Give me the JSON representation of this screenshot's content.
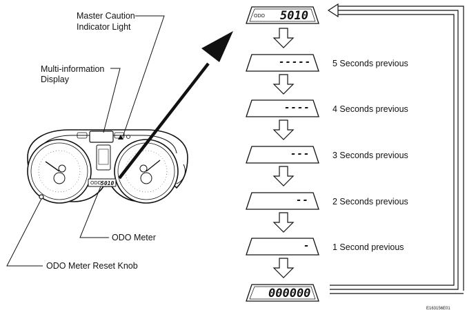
{
  "callouts": {
    "master_caution_line1": "Master Caution",
    "master_caution_line2": "Indicator Light",
    "multi_info_line1": "Multi-information",
    "multi_info_line2": "Display",
    "odo_meter": "ODO Meter",
    "odo_reset_knob": "ODO Meter Reset Knob"
  },
  "cluster": {
    "odo_tag": "ODO",
    "odo_value": "5010"
  },
  "sequence": {
    "initial": {
      "tag": "ODO",
      "value": "5010"
    },
    "steps": [
      {
        "dashes": "-----",
        "label": "5 Seconds previous"
      },
      {
        "dashes": "----",
        "label": "4 Seconds previous"
      },
      {
        "dashes": "---",
        "label": "3 Seconds previous"
      },
      {
        "dashes": "--",
        "label": "2 Seconds previous"
      },
      {
        "dashes": "-",
        "label": "1 Second previous"
      }
    ],
    "final_value": "000000"
  },
  "figure_code": "E163156E01"
}
